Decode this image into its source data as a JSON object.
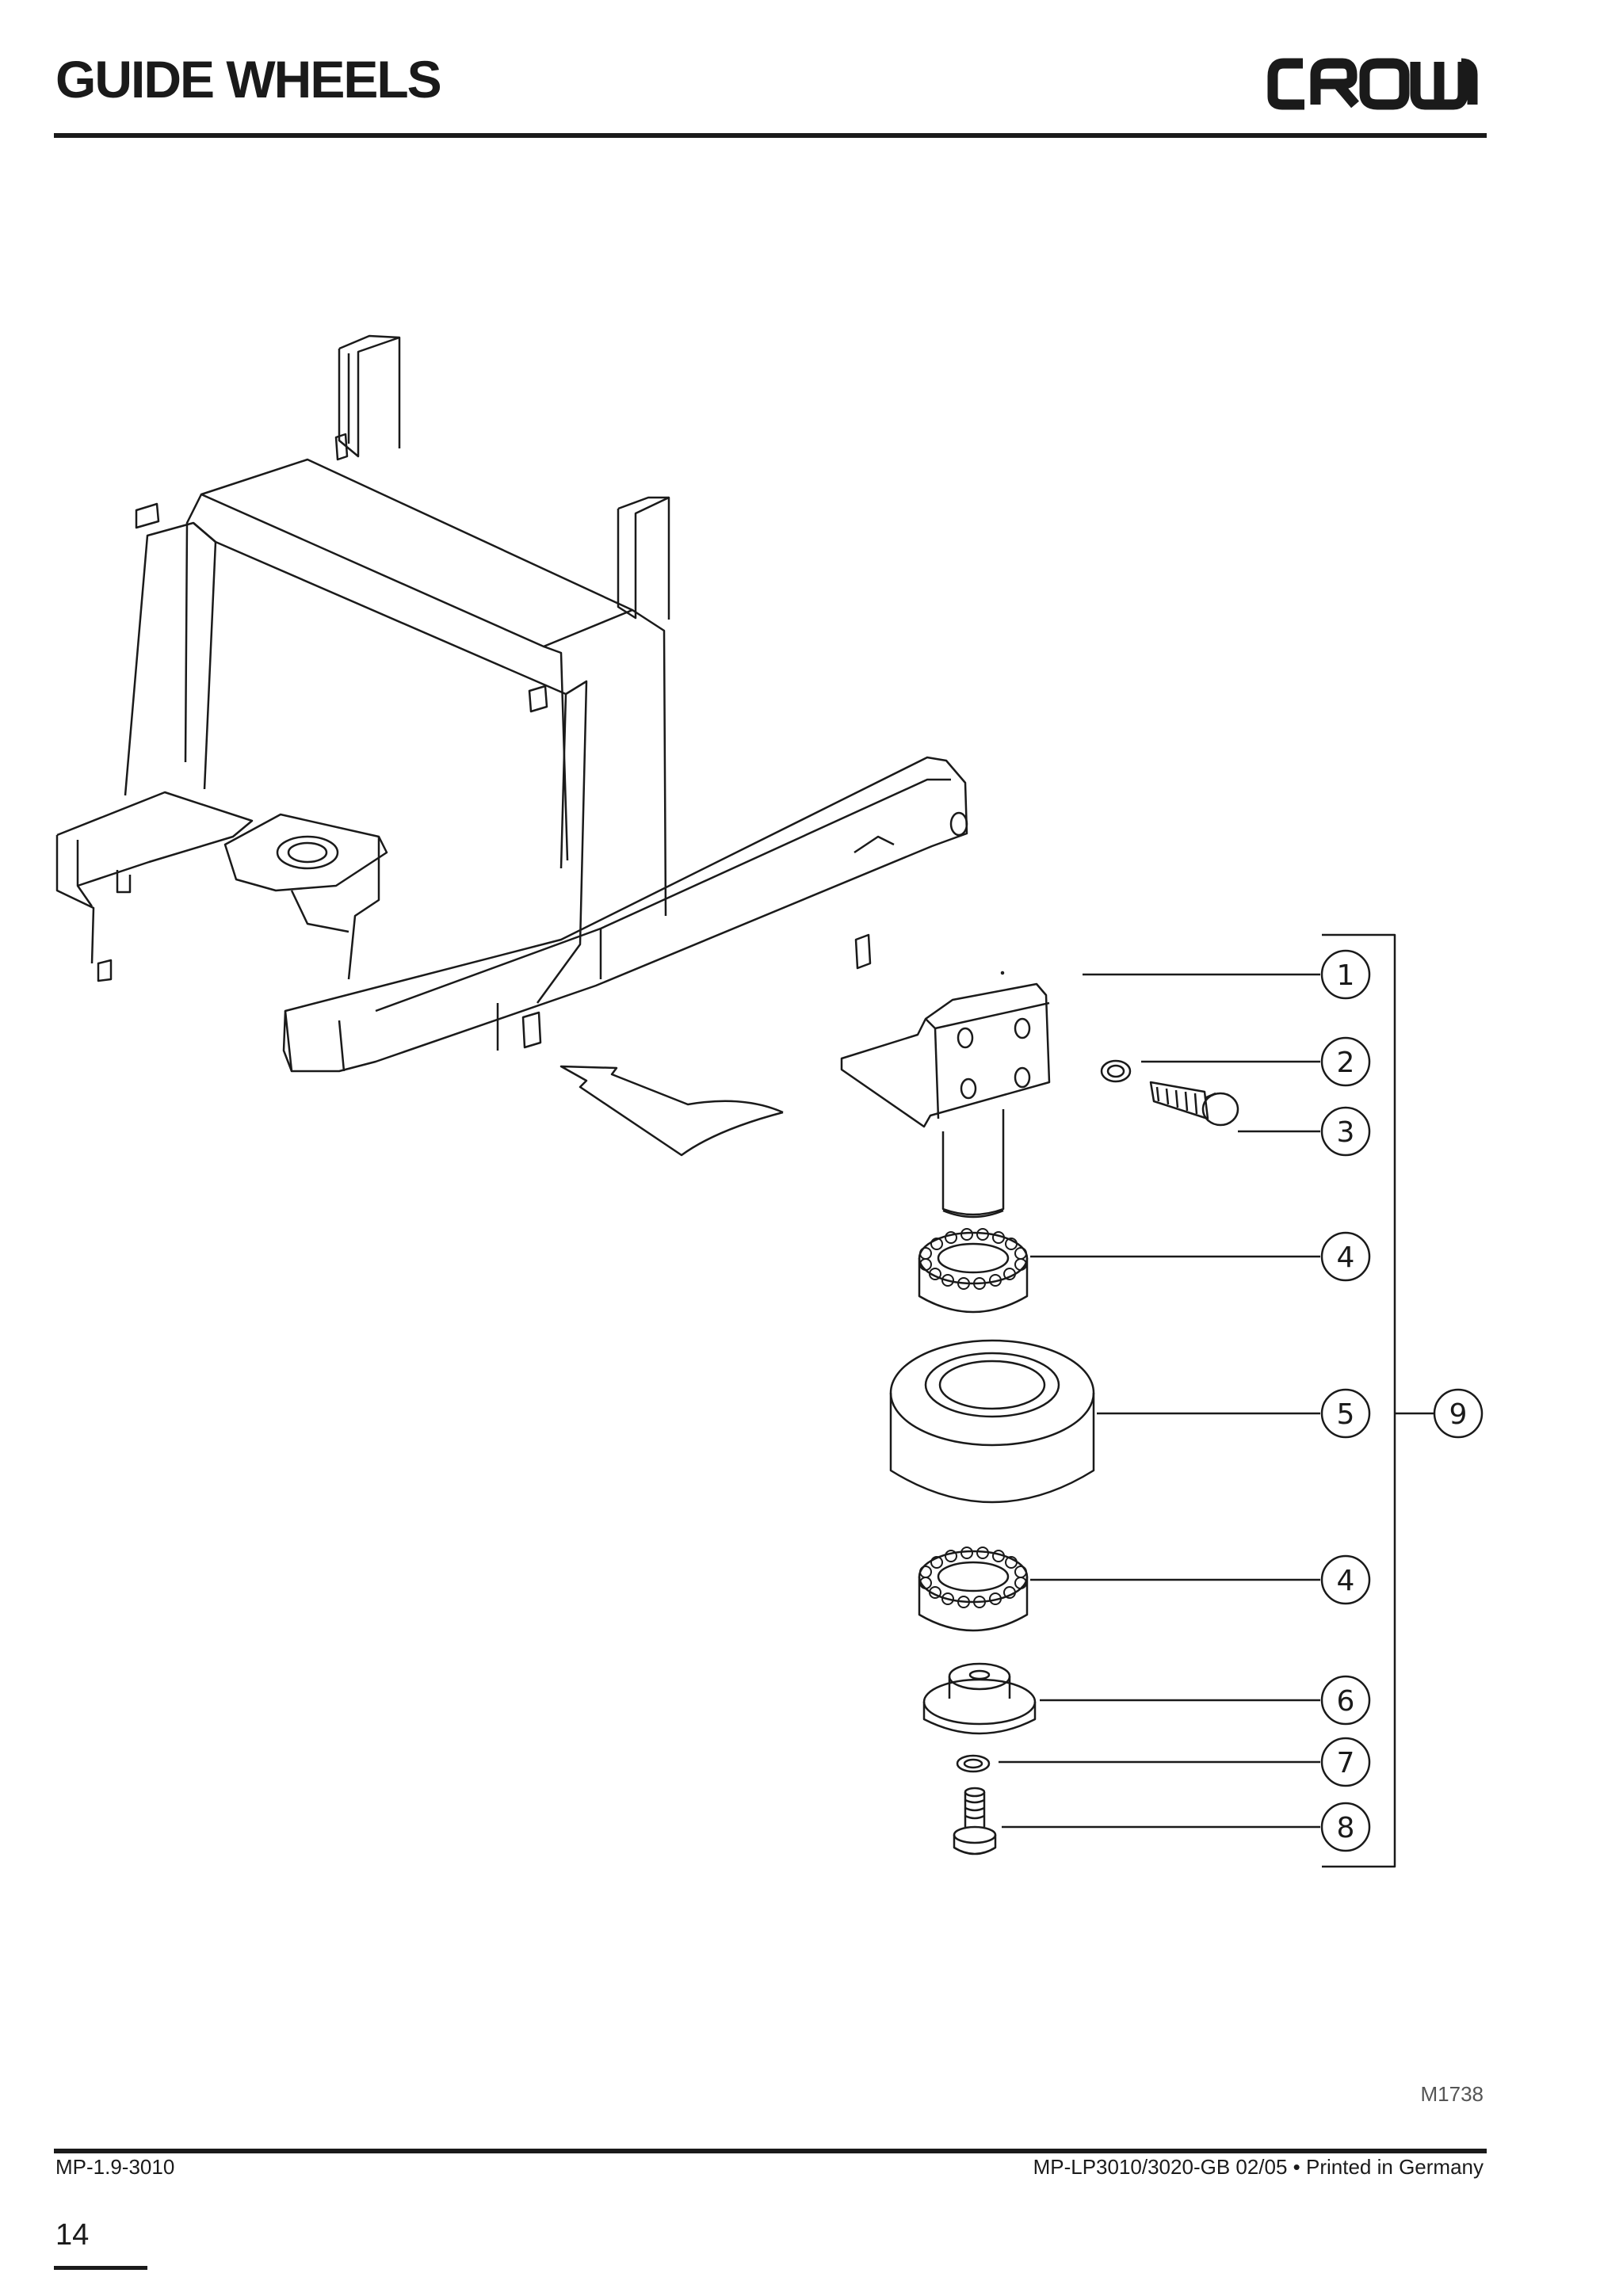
{
  "header": {
    "title": "GUIDE WHEELS",
    "logo_text": "CROWN"
  },
  "figure": {
    "reference": "M1738",
    "callouts": [
      "1",
      "2",
      "3",
      "4",
      "5",
      "4",
      "6",
      "7",
      "8",
      "9"
    ]
  },
  "footer": {
    "doc_code": "MP-1.9-3010",
    "edition": "MP-LP3010/3020-GB 02/05 • Printed in Germany",
    "page_number": "14"
  }
}
